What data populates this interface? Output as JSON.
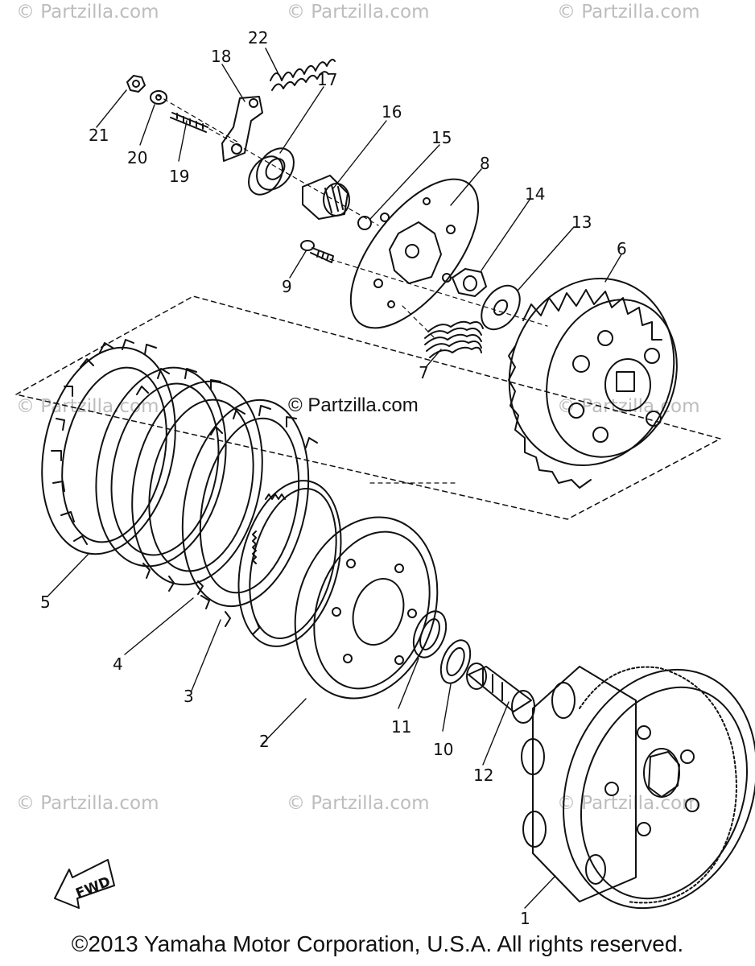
{
  "watermarks": {
    "text": "© Partzilla.com",
    "center": "© Partzilla.com"
  },
  "callouts": [
    "1",
    "2",
    "3",
    "4",
    "5",
    "6",
    "7",
    "8",
    "9",
    "10",
    "11",
    "12",
    "13",
    "14",
    "15",
    "16",
    "17",
    "18",
    "19",
    "20",
    "21",
    "22"
  ],
  "fwd_label": "FWD",
  "copyright": "©2013 Yamaha Motor Corporation, U.S.A. All rights reserved.",
  "colors": {
    "line": "#111111",
    "watermark": "#bdbdbd"
  }
}
